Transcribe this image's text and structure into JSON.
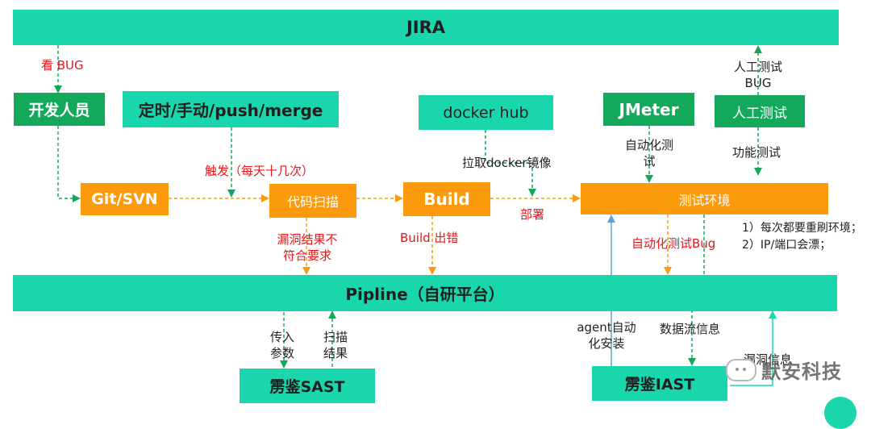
{
  "nodes": {
    "jira": "JIRA",
    "dev": "开发人员",
    "trigger": "定时/手动/push/merge",
    "dockerhub": "docker hub",
    "jmeter": "JMeter",
    "manual_test": "人工测试",
    "git_svn": "Git/SVN",
    "code_scan": "代码扫描",
    "build": "Build",
    "test_env": "测试环境",
    "pipeline": "Pipline（自研平台）",
    "sast": "雳鉴SAST",
    "iast": "雳鉴IAST"
  },
  "labels": {
    "view_bug": "看 BUG",
    "trigger_freq": "触发（每天十几次）",
    "pull_image": "拉取docker镜像",
    "auto_test_line1": "自动化测",
    "auto_test_line2": "试",
    "func_test": "功能测试",
    "manual_bug_line1": "人工测试",
    "manual_bug_line2": "BUG",
    "deploy": "部署",
    "vuln_fail_line1": "漏洞结果不",
    "vuln_fail_line2": "符合要求",
    "build_error": "Build 出错",
    "auto_test_bug": "自动化测试Bug",
    "note1": "1）每次都要重刷环境；",
    "note2": "2）IP/端口会漂；",
    "pass_params_line1": "传入",
    "pass_params_line2": "参数",
    "scan_result_line1": "扫描",
    "scan_result_line2": "结果",
    "agent_line1": "agent自动",
    "agent_line2": "化安装",
    "dataflow": "数据流信息",
    "vuln_info": "漏洞信息"
  },
  "watermark": "默安科技",
  "colors": {
    "teal": "#19d6ad",
    "dark_green": "#14a85a",
    "orange": "#fb9a0c",
    "red_text": "#e8161b",
    "blue_arrow": "#5aa6d6"
  }
}
